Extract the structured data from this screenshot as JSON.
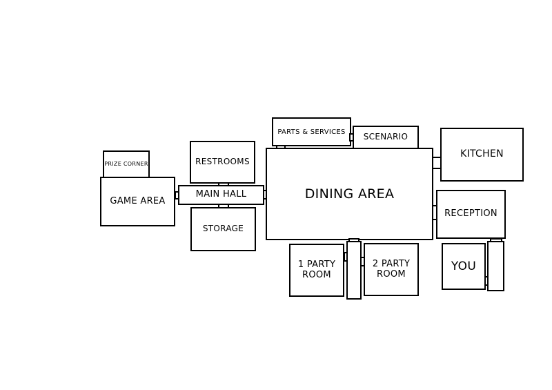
{
  "map": {
    "rooms": {
      "prize_corner": "PRIZE CORNER",
      "game_area": "GAME AREA",
      "restrooms": "RESTROOMS",
      "main_hall": "MAIN HALL",
      "storage": "STORAGE",
      "parts_services": "PARTS & SERVICES",
      "scenario": "SCENARIO",
      "dining_area": "DINING AREA",
      "kitchen": "KITCHEN",
      "reception": "RECEPTION",
      "party_room_1": [
        "1 PARTY",
        "ROOM"
      ],
      "party_room_2": [
        "2 PARTY",
        "ROOM"
      ],
      "you": "YOU"
    },
    "colors": {
      "line": "#000000",
      "fill": "#ffffff"
    }
  }
}
